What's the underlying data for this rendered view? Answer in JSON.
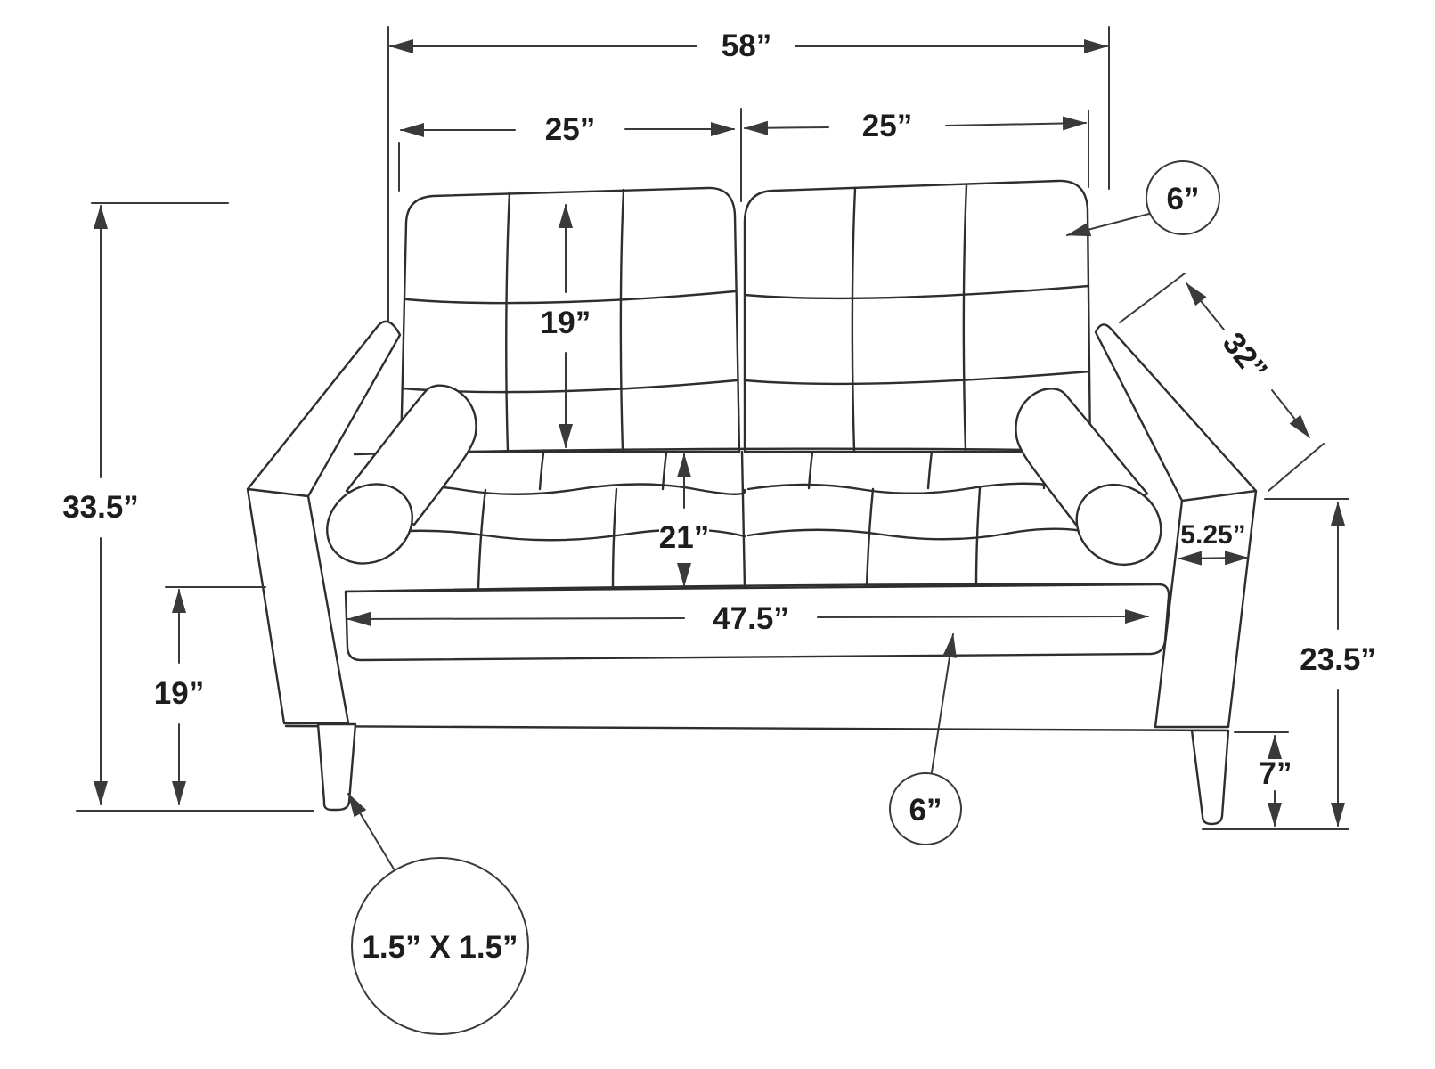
{
  "page": {
    "background": "#ffffff"
  },
  "diagram": {
    "name": "Loveseat sofa dimension line drawing",
    "line_color": "#2e2e2e",
    "dim_color": "#3a3a3a",
    "text_color": "#1d1d1d",
    "labels": {
      "overall_width": "58”",
      "back_cushion_left_width": "25”",
      "back_cushion_right_width": "25”",
      "back_cushion_height": "19”",
      "overall_height": "33.5”",
      "floor_to_seat_top": "19”",
      "seat_front_height": "21”",
      "seat_interior_width": "47.5”",
      "arm_width": "5.25”",
      "arm_front_height": "23.5”",
      "leg_height": "7”",
      "back_cushion_thickness": "6”",
      "seat_cushion_thickness": "6”",
      "leg_cross_section": "1.5” X 1.5”",
      "arm_depth": "32”"
    }
  }
}
